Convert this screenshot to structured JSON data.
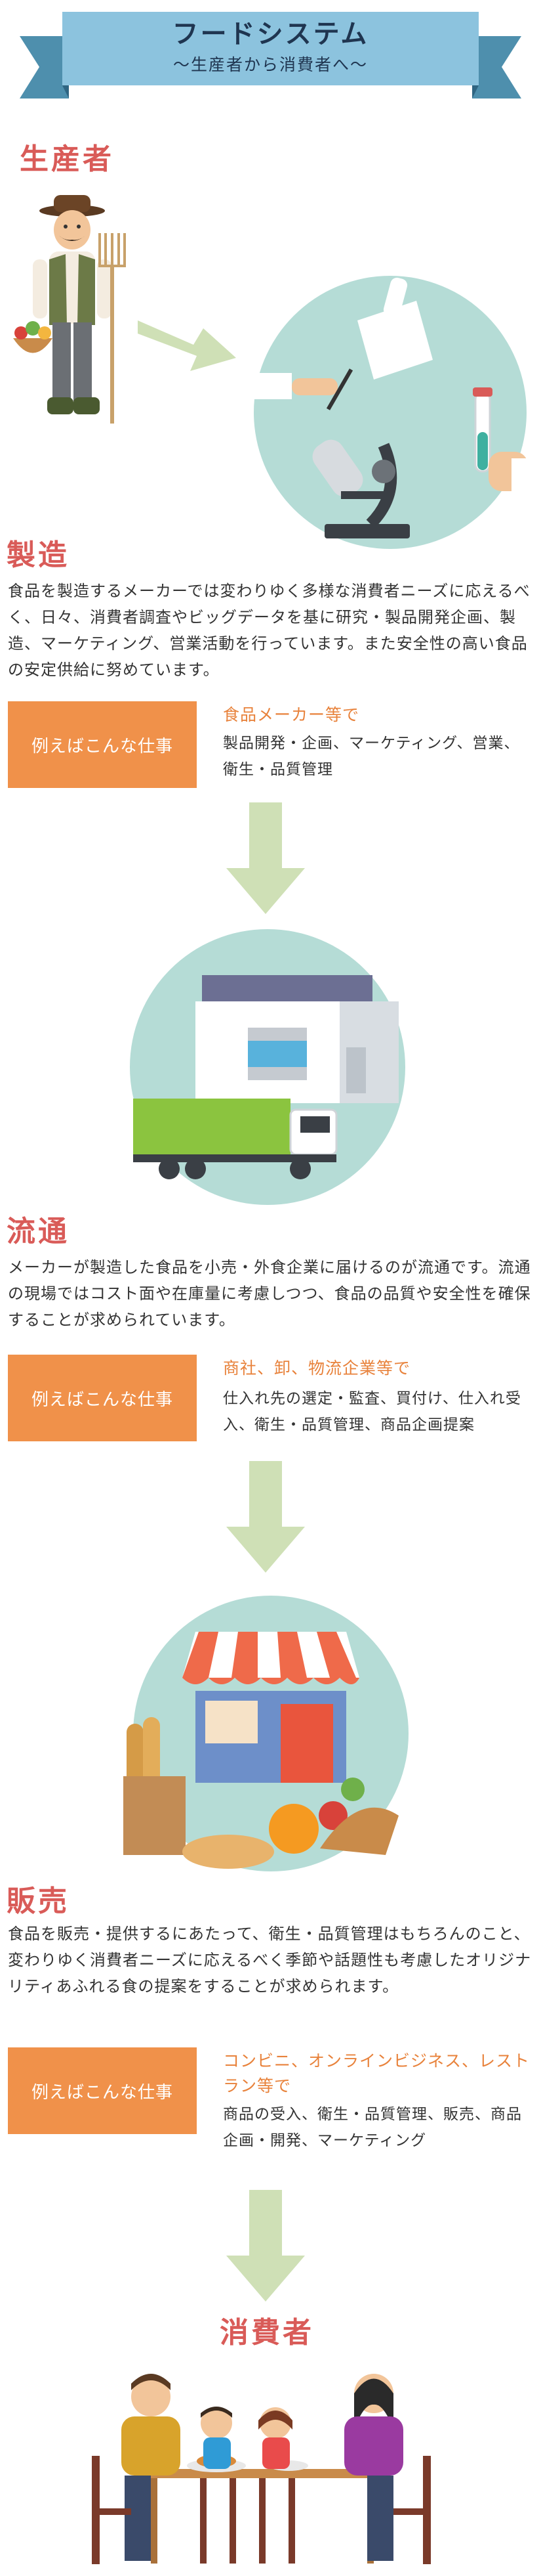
{
  "banner": {
    "title": "フードシステム",
    "subtitle": "〜生産者から消費者へ〜"
  },
  "producer": {
    "heading": "生産者"
  },
  "manufacturing": {
    "heading": "製造",
    "description": "食品を製造するメーカーでは変わりゆく多様な消費者ニーズに応えるべく、日々、消費者調査やビッグデータを基に研究・製品開発企画、製造、マーケティング、営業活動を行っています。また安全性の高い食品の安定供給に努めています。",
    "example_label": "例えばこんな仕事",
    "example_title": "食品メーカー等で",
    "example_body": "製品開発・企画、マーケティング、営業、衛生・品質管理"
  },
  "distribution": {
    "heading": "流通",
    "description": "メーカーが製造した食品を小売・外食企業に届けるのが流通です。流通の現場ではコスト面や在庫量に考慮しつつ、食品の品質や安全性を確保することが求められています。",
    "example_label": "例えばこんな仕事",
    "example_title": "商社、卸、物流企業等で",
    "example_body": "仕入れ先の選定・監査、買付け、仕入れ受入、衛生・品質管理、商品企画提案"
  },
  "retail": {
    "heading": "販売",
    "description": "食品を販売・提供するにあたって、衛生・品質管理はもちろんのこと、変わりゆく消費者ニーズに応えるべく季節や話題性も考慮したオリジナリティあふれる食の提案をすることが求められます。",
    "example_label": "例えばこんな仕事",
    "example_title": "コンビニ、オンラインビジネス、レストラン等で",
    "example_body": "商品の受入、衛生・品質管理、販売、商品企画・開発、マーケティング"
  },
  "consumer": {
    "heading": "消費者"
  },
  "colors": {
    "heading": "#d95b58",
    "banner": "#8cc3de",
    "banner_dark": "#4e8fad",
    "example_box": "#f0914a",
    "example_title": "#e8823b",
    "arrow": "#cfe0b6",
    "circle": "#b5dcd6"
  },
  "icons": [
    "farmer-illustration",
    "lab-illustration",
    "factory-illustration",
    "truck-icon",
    "market-stall-illustration",
    "family-dining-illustration",
    "down-arrow-icon",
    "right-arrow-icon"
  ]
}
